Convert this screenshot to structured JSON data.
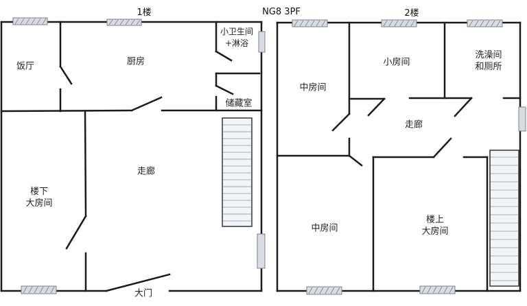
{
  "title": "NG8 3PF",
  "colors": {
    "wall": "#1a1a1a",
    "window_fill": "#d9dde3",
    "window_stroke": "#7a8088",
    "stair_fill": "#f2f5f8",
    "stair_line": "#8a95a0"
  },
  "floor1": {
    "label": "1楼",
    "rooms": [
      {
        "name": "dining",
        "label": "饭厅"
      },
      {
        "name": "kitchen",
        "label": "厨房"
      },
      {
        "name": "small-bathroom",
        "label": "小卫生间\n+淋浴"
      },
      {
        "name": "storage",
        "label": "储藏室"
      },
      {
        "name": "hallway",
        "label": "走廊"
      },
      {
        "name": "big-room-downstairs",
        "label": "楼下\n大房间"
      },
      {
        "name": "front-door",
        "label": "大门"
      }
    ]
  },
  "floor2": {
    "label": "2楼",
    "rooms": [
      {
        "name": "medium-room-top",
        "label": "中房间"
      },
      {
        "name": "small-room",
        "label": "小房间"
      },
      {
        "name": "bathroom-toilet",
        "label": "洗澡间\n和厕所"
      },
      {
        "name": "hallway",
        "label": "走廊"
      },
      {
        "name": "medium-room-bottom",
        "label": "中房间"
      },
      {
        "name": "big-room-upstairs",
        "label": "楼上\n大房间"
      }
    ]
  }
}
